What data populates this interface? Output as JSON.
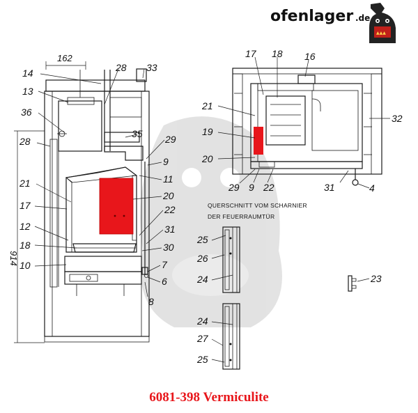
{
  "brand": {
    "name": "ofenlager",
    "tld": ".de"
  },
  "caption": "6081-398 Vermiculite",
  "dimensions": {
    "width": "162",
    "height": "914"
  },
  "section_title": [
    "QUERSCHNITT VOM SCHARNIER",
    "DER FEUERRAUMTÜR"
  ],
  "callouts": {
    "front": [
      "14",
      "13",
      "36",
      "28",
      "21",
      "17",
      "12",
      "18",
      "10",
      "28",
      "33",
      "35",
      "29",
      "9",
      "11",
      "20",
      "22",
      "31",
      "30",
      "7",
      "6",
      "8"
    ],
    "top": [
      "17",
      "18",
      "16",
      "21",
      "32",
      "19",
      "20",
      "29",
      "9",
      "22",
      "31",
      "4"
    ],
    "hinge": [
      "25",
      "26",
      "24",
      "24",
      "27",
      "25"
    ],
    "part": [
      "23"
    ]
  },
  "colors": {
    "highlight": "#e8161b",
    "line": "#1a1a1a",
    "watermark": "#d8d8d8",
    "caption": "#e8161b"
  },
  "icons": [
    "stove-mascot-icon"
  ]
}
